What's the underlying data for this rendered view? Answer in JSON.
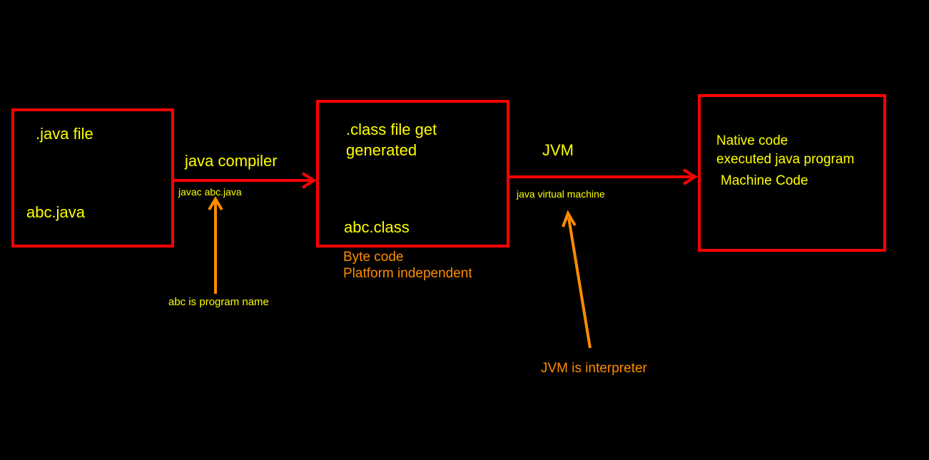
{
  "colors": {
    "background": "#000000",
    "box_border": "#ff0000",
    "arrow_red": "#ff0000",
    "arrow_orange": "#ff8c00",
    "text_yellow": "#ffff00",
    "text_orange": "#ff8c00"
  },
  "source_box": {
    "title": ".java file",
    "filename": "abc.java"
  },
  "class_box": {
    "title_line1": ".class file get",
    "title_line2": "generated",
    "filename": "abc.class"
  },
  "native_box": {
    "line1": "Native code",
    "line2": "executed java program",
    "line3": "Machine Code"
  },
  "compiler_edge": {
    "label": "java compiler",
    "command": "javac abc.java"
  },
  "jvm_edge": {
    "label": "JVM",
    "sublabel": "java virtual machine"
  },
  "notes": {
    "program_name": "abc is program name",
    "bytecode_line1": "Byte code",
    "bytecode_line2": "Platform independent",
    "jvm_interpreter": "JVM is interpreter"
  }
}
